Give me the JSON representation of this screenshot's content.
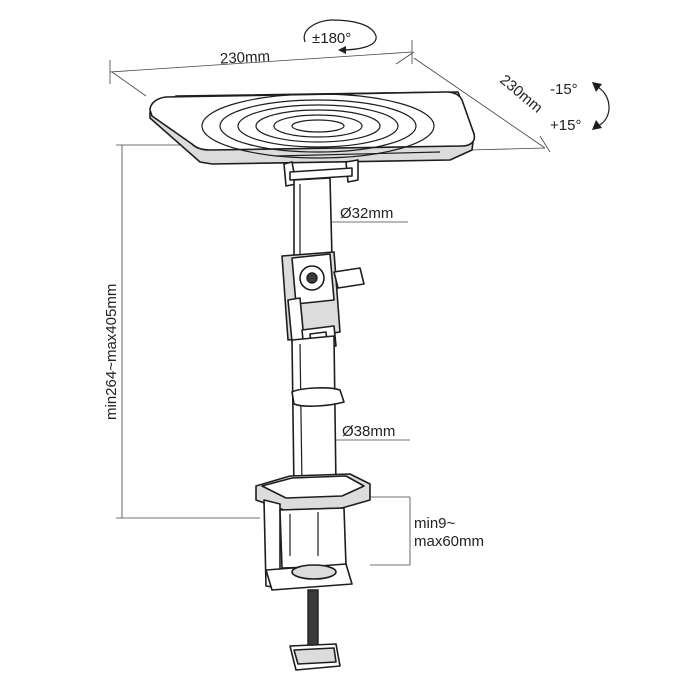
{
  "labels": {
    "rotation": "±180°",
    "width": "230mm",
    "depth": "230mm",
    "tilt_up": "-15°",
    "tilt_down": "+15°",
    "upper_pole": "Ø32mm",
    "lower_pole": "Ø38mm",
    "height": "min264~max405mm",
    "clamp_line1": "min9~",
    "clamp_line2": "max60mm"
  },
  "colors": {
    "line": "#1e1e1e",
    "fill": "#ffffff",
    "accent_gray": "#dcdcdc"
  }
}
